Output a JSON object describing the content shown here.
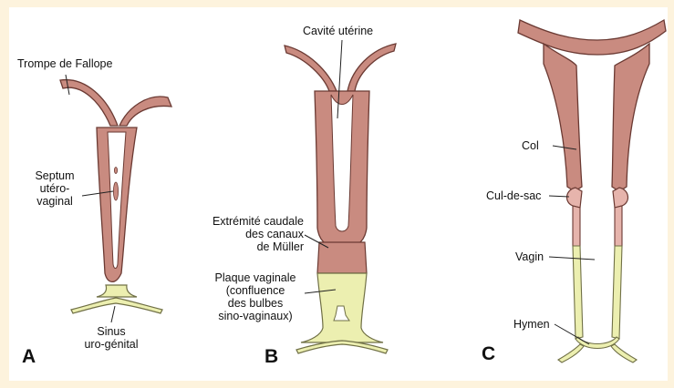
{
  "colors": {
    "background": "#fdf3dd",
    "tissue": "#c98b80",
    "tissue_edge": "#6b3a33",
    "vaginal_plate": "#ecefb0",
    "vaginal_plate_edge": "#707046"
  },
  "panels": {
    "a": "A",
    "b": "B",
    "c": "C"
  },
  "labels": {
    "trompe": "Trompe de Fallope",
    "septum": [
      "Septum",
      "utéro-",
      "vaginal"
    ],
    "sinus": [
      "Sinus",
      "uro-génital"
    ],
    "cavite": "Cavité utérine",
    "extremite": [
      "Extrémité caudale",
      "des canaux",
      "de Müller"
    ],
    "plaque": [
      "Plaque vaginale",
      "(confluence",
      "des bulbes",
      "sino-vaginaux)"
    ],
    "col": "Col",
    "culdesac": "Cul-de-sac",
    "vagin": "Vagin",
    "hymen": "Hymen"
  }
}
